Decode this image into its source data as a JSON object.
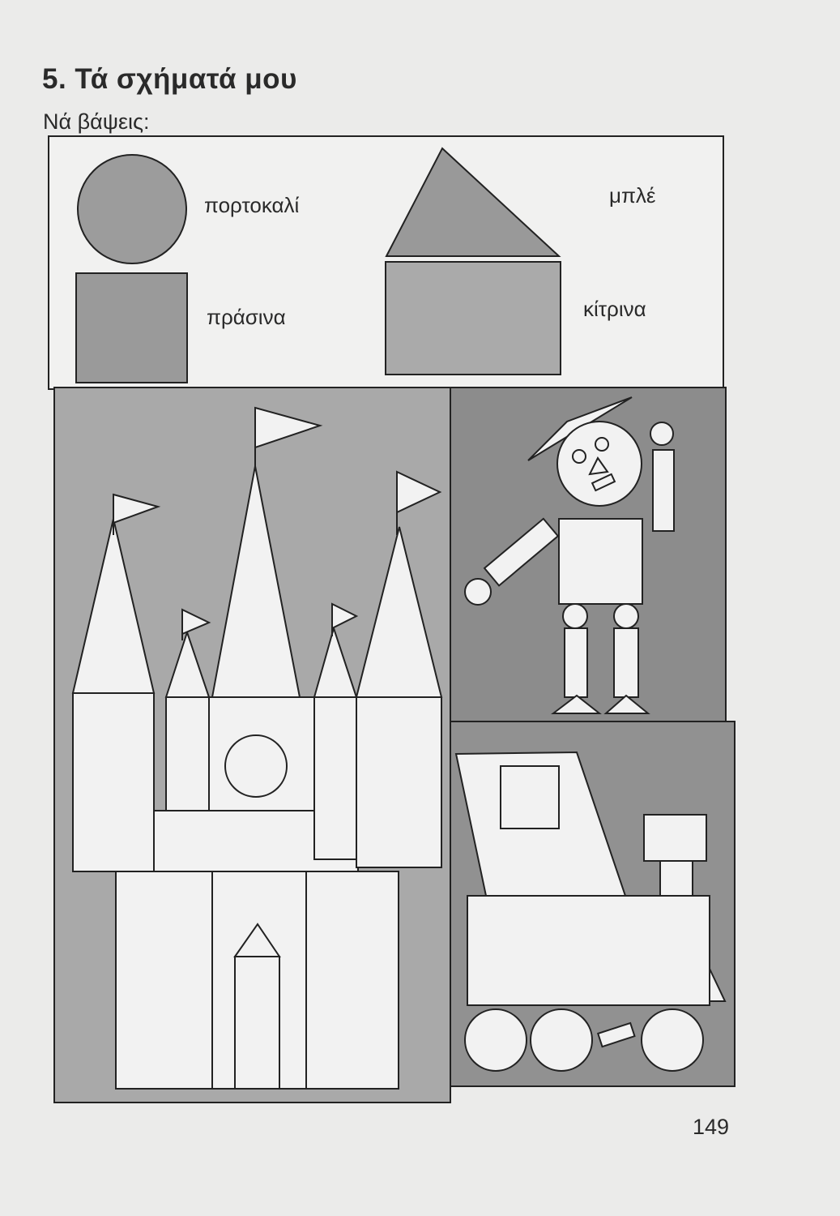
{
  "header": {
    "title": "5. Τά σχήματά μου",
    "instruction": "Νά βάψεις:"
  },
  "legend": {
    "circle_label": "πορτοκαλί",
    "triangle_label": "μπλέ",
    "square_label": "πράσινα",
    "rectangle_label": "κίτρινα"
  },
  "colors": {
    "page": "#ebebea",
    "legend_fill": "#9c9c9c",
    "castle_bg": "#a9a9a9",
    "robot_bg": "#8c8c8c",
    "truck_bg": "#919191",
    "shape_white": "#f2f2f2"
  },
  "footer": {
    "page_number": "149"
  }
}
